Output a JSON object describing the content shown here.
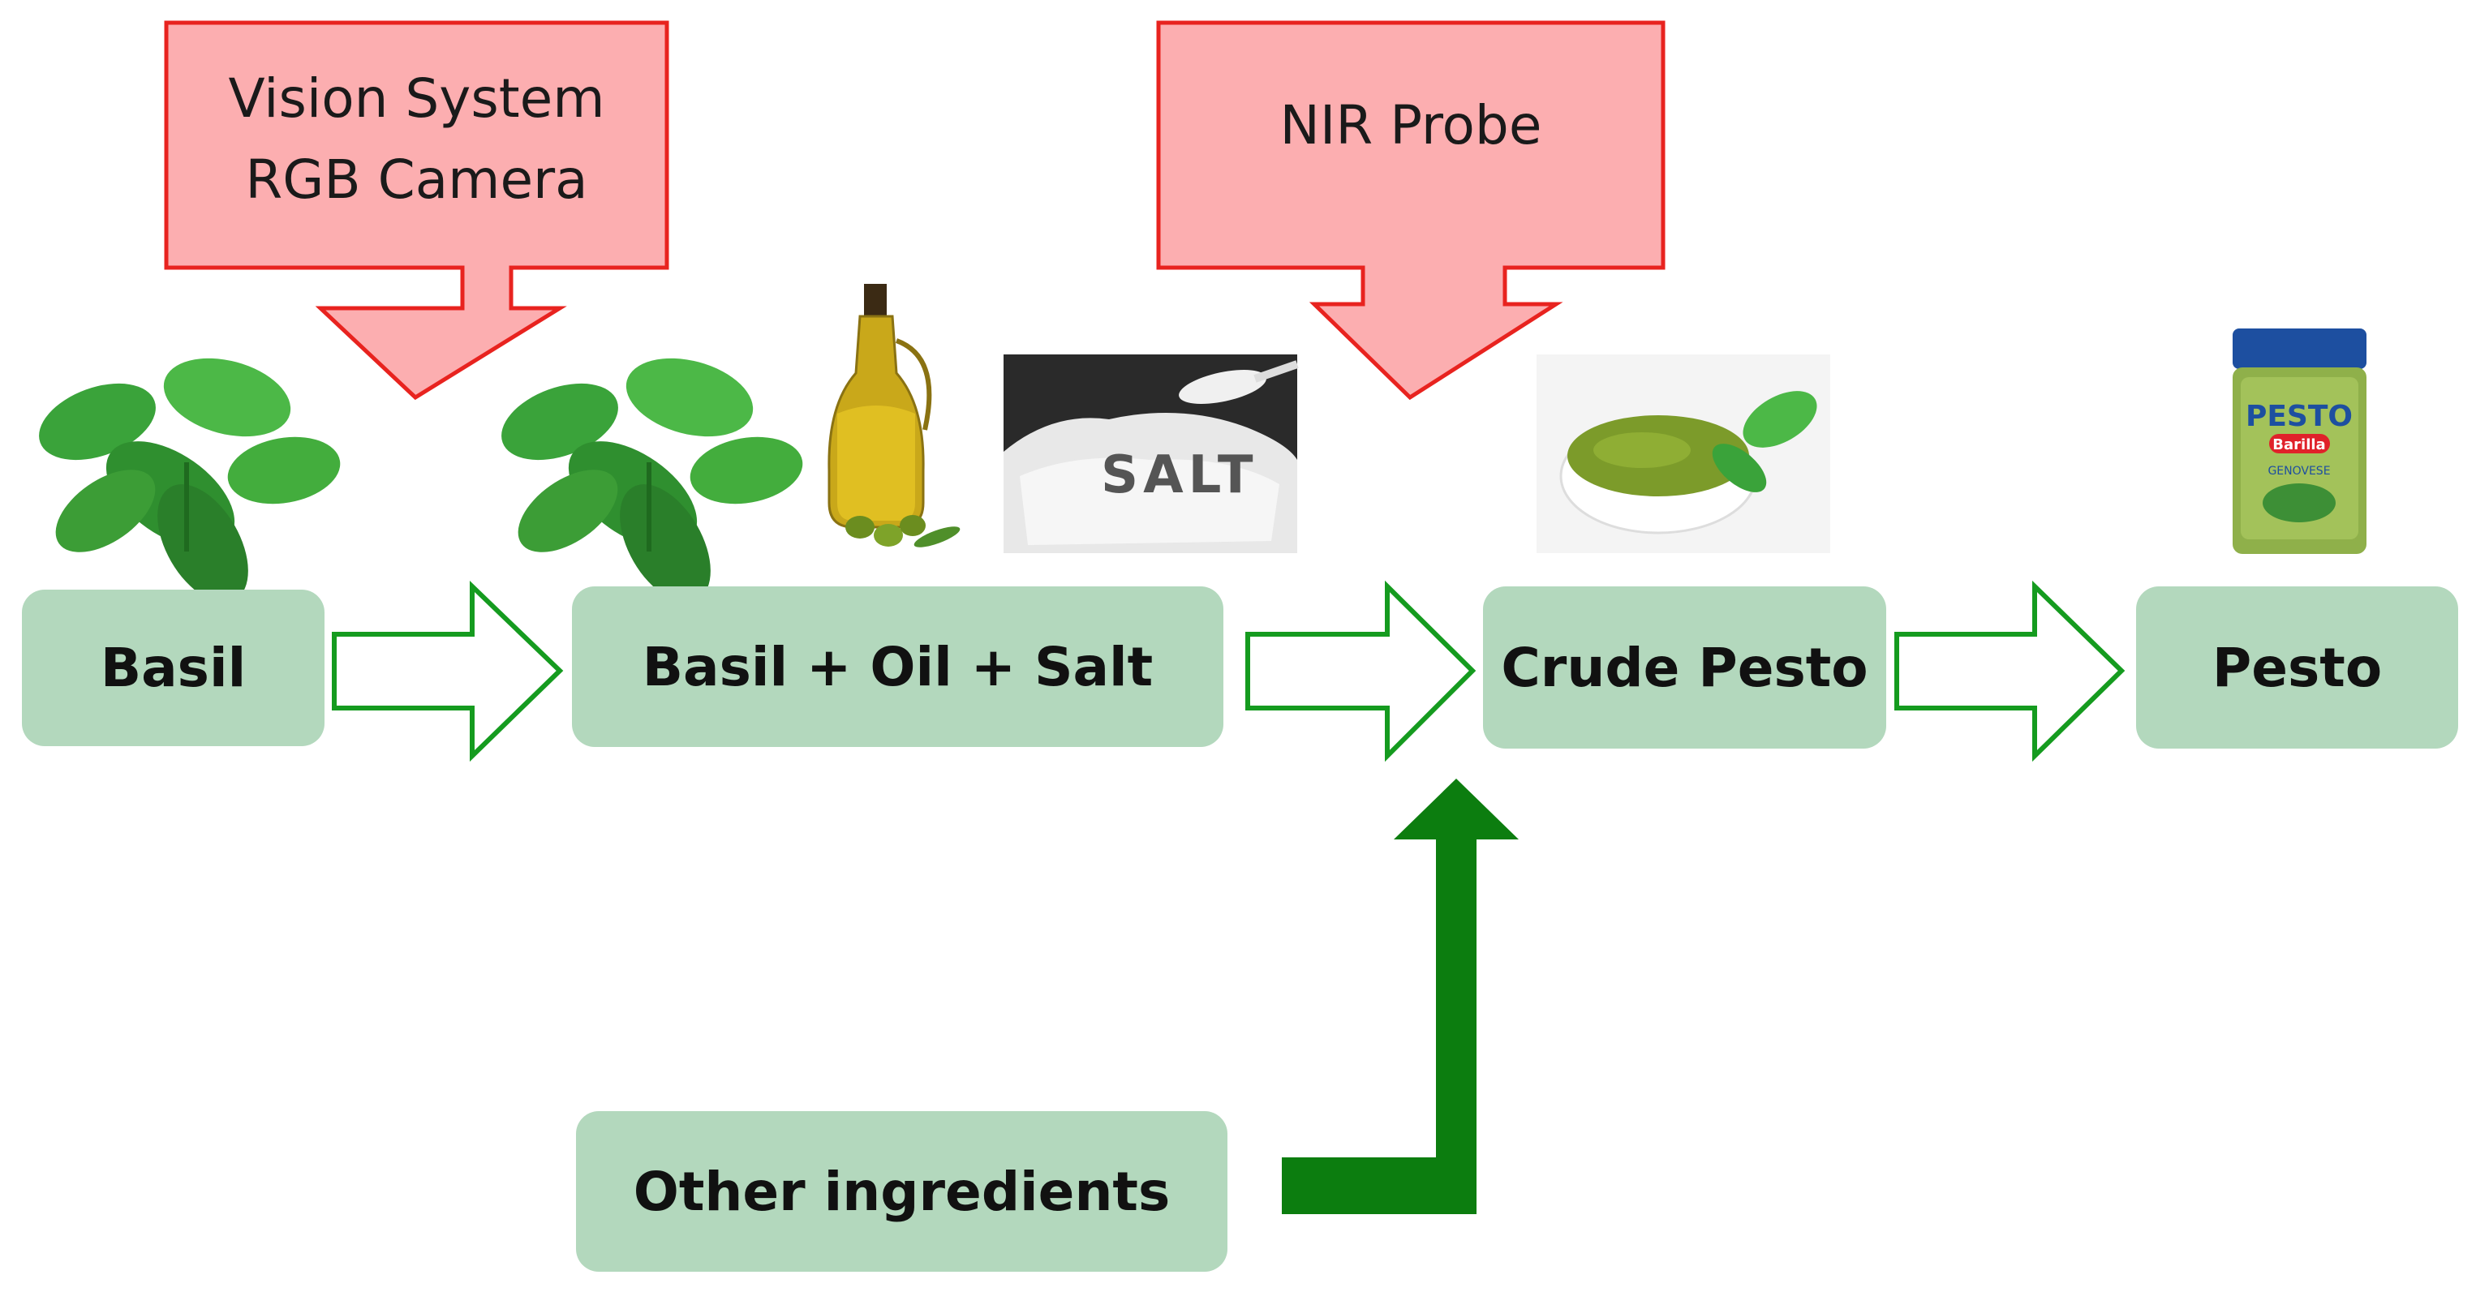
{
  "sensors": {
    "vision": {
      "line1": "Vision System",
      "line2": "RGB Camera"
    },
    "nir": {
      "label": "NIR Probe"
    }
  },
  "steps": {
    "basil": "Basil",
    "mix": "Basil + Oil + Salt",
    "crude": "Crude Pesto",
    "pesto": "Pesto",
    "other": "Other ingredients"
  },
  "images": {
    "salt_text": "SALT",
    "jar_brand": "PESTO",
    "jar_maker": "Barilla",
    "jar_variant": "GENOVESE"
  },
  "colors": {
    "sensor_fill": "#fcaeb0",
    "sensor_stroke": "#e8231f",
    "box_fill": "#b3d8bd",
    "arrow_stroke": "#159b1f",
    "arrow_solid": "#0c7d0f"
  }
}
